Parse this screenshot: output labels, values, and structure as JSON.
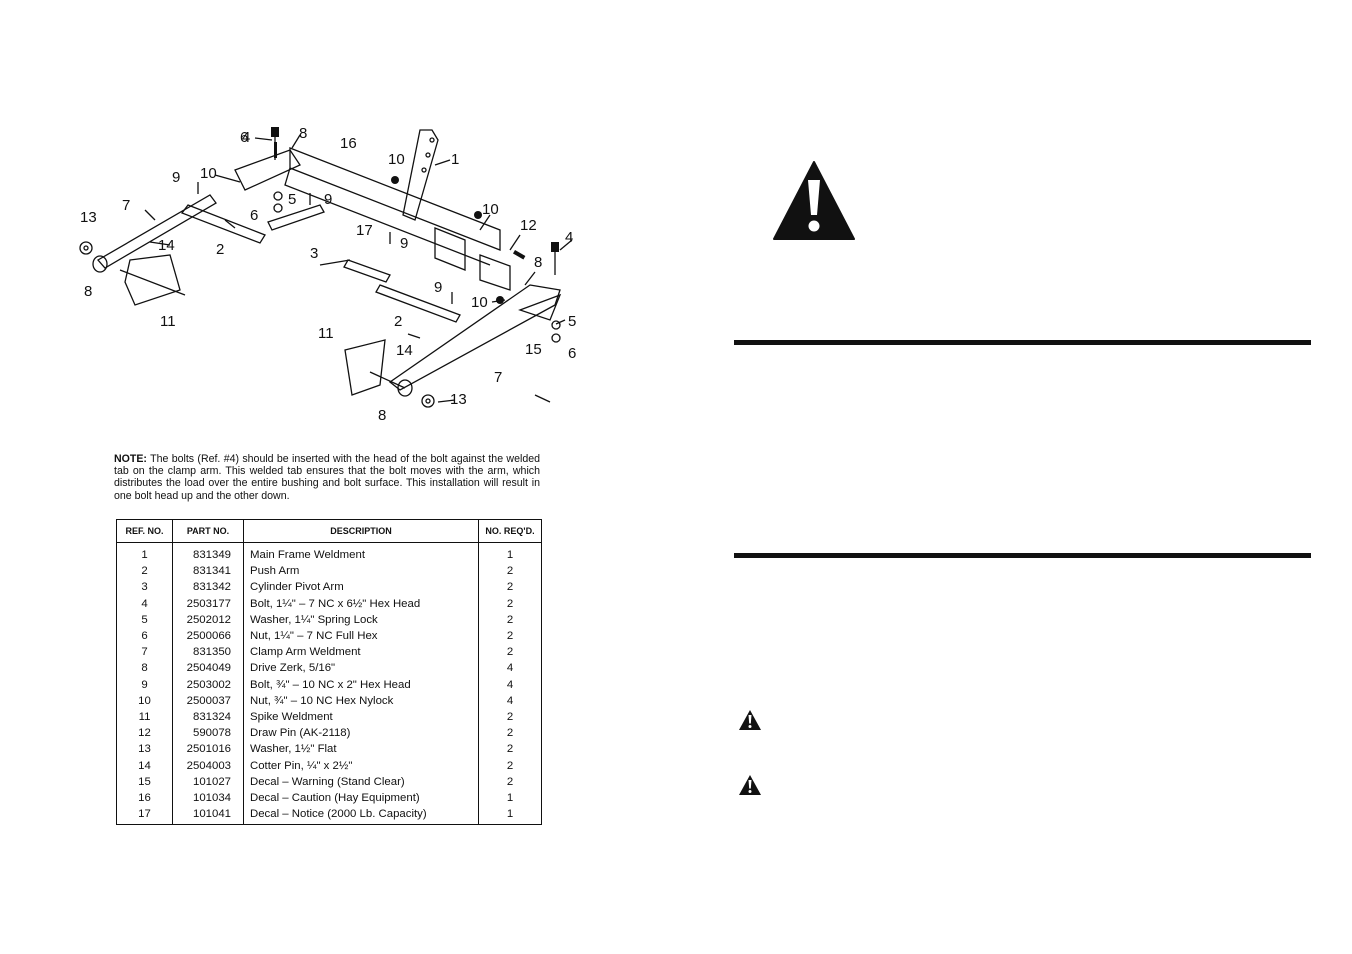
{
  "diagram": {
    "callouts": [
      {
        "label": "1"
      },
      {
        "label": "2"
      },
      {
        "label": "2"
      },
      {
        "label": "3"
      },
      {
        "label": "4"
      },
      {
        "label": "4"
      },
      {
        "label": "5"
      },
      {
        "label": "5"
      },
      {
        "label": "6"
      },
      {
        "label": "6"
      },
      {
        "label": "7"
      },
      {
        "label": "7"
      },
      {
        "label": "8"
      },
      {
        "label": "8"
      },
      {
        "label": "8"
      },
      {
        "label": "8"
      },
      {
        "label": "9"
      },
      {
        "label": "9"
      },
      {
        "label": "9"
      },
      {
        "label": "9"
      },
      {
        "label": "10"
      },
      {
        "label": "10"
      },
      {
        "label": "10"
      },
      {
        "label": "10"
      },
      {
        "label": "11"
      },
      {
        "label": "11"
      },
      {
        "label": "12"
      },
      {
        "label": "13"
      },
      {
        "label": "13"
      },
      {
        "label": "14"
      },
      {
        "label": "14"
      },
      {
        "label": "15"
      },
      {
        "label": "16"
      },
      {
        "label": "17"
      }
    ]
  },
  "note": {
    "label": "NOTE:",
    "text": " The bolts (Ref. #4) should be inserted with the head of the bolt against the welded tab on the clamp arm. This welded tab ensures that the bolt moves with the arm, which distributes the load over the entire bushing and bolt surface. This installation will result in one bolt head up and the other down."
  },
  "table": {
    "headers": {
      "ref": "REF. NO.",
      "part": "PART NO.",
      "desc": "DESCRIPTION",
      "qty": "NO. REQ'D."
    },
    "rows": [
      {
        "ref": "1",
        "part": "831349",
        "desc": "Main Frame Weldment",
        "qty": "1"
      },
      {
        "ref": "2",
        "part": "831341",
        "desc": "Push Arm",
        "qty": "2"
      },
      {
        "ref": "3",
        "part": "831342",
        "desc": "Cylinder Pivot Arm",
        "qty": "2"
      },
      {
        "ref": "4",
        "part": "2503177",
        "desc": "Bolt, 1¼\" – 7 NC x 6½\" Hex Head",
        "qty": "2"
      },
      {
        "ref": "5",
        "part": "2502012",
        "desc": "Washer, 1¼\" Spring Lock",
        "qty": "2"
      },
      {
        "ref": "6",
        "part": "2500066",
        "desc": "Nut, 1¼\" – 7 NC Full Hex",
        "qty": "2"
      },
      {
        "ref": "7",
        "part": "831350",
        "desc": "Clamp Arm Weldment",
        "qty": "2"
      },
      {
        "ref": "8",
        "part": "2504049",
        "desc": "Drive Zerk, 5/16\"",
        "qty": "4"
      },
      {
        "ref": "9",
        "part": "2503002",
        "desc": "Bolt, ¾\" – 10 NC x 2\" Hex Head",
        "qty": "4"
      },
      {
        "ref": "10",
        "part": "2500037",
        "desc": "Nut, ¾\" – 10 NC Hex Nylock",
        "qty": "4"
      },
      {
        "ref": "11",
        "part": "831324",
        "desc": "Spike Weldment",
        "qty": "2"
      },
      {
        "ref": "12",
        "part": "590078",
        "desc": "Draw Pin (AK-2118)",
        "qty": "2"
      },
      {
        "ref": "13",
        "part": "2501016",
        "desc": "Washer, 1½\" Flat",
        "qty": "2"
      },
      {
        "ref": "14",
        "part": "2504003",
        "desc": "Cotter Pin, ¼\" x 2½\"",
        "qty": "2"
      },
      {
        "ref": "15",
        "part": "101027",
        "desc": "Decal – Warning (Stand Clear)",
        "qty": "2"
      },
      {
        "ref": "16",
        "part": "101034",
        "desc": "Decal – Caution (Hay Equipment)",
        "qty": "1"
      },
      {
        "ref": "17",
        "part": "101041",
        "desc": "Decal – Notice (2000 Lb. Capacity)",
        "qty": "1"
      }
    ]
  },
  "icons": {
    "large": "warning-triangle-icon",
    "small": [
      "warning-triangle-icon",
      "warning-triangle-icon"
    ]
  }
}
